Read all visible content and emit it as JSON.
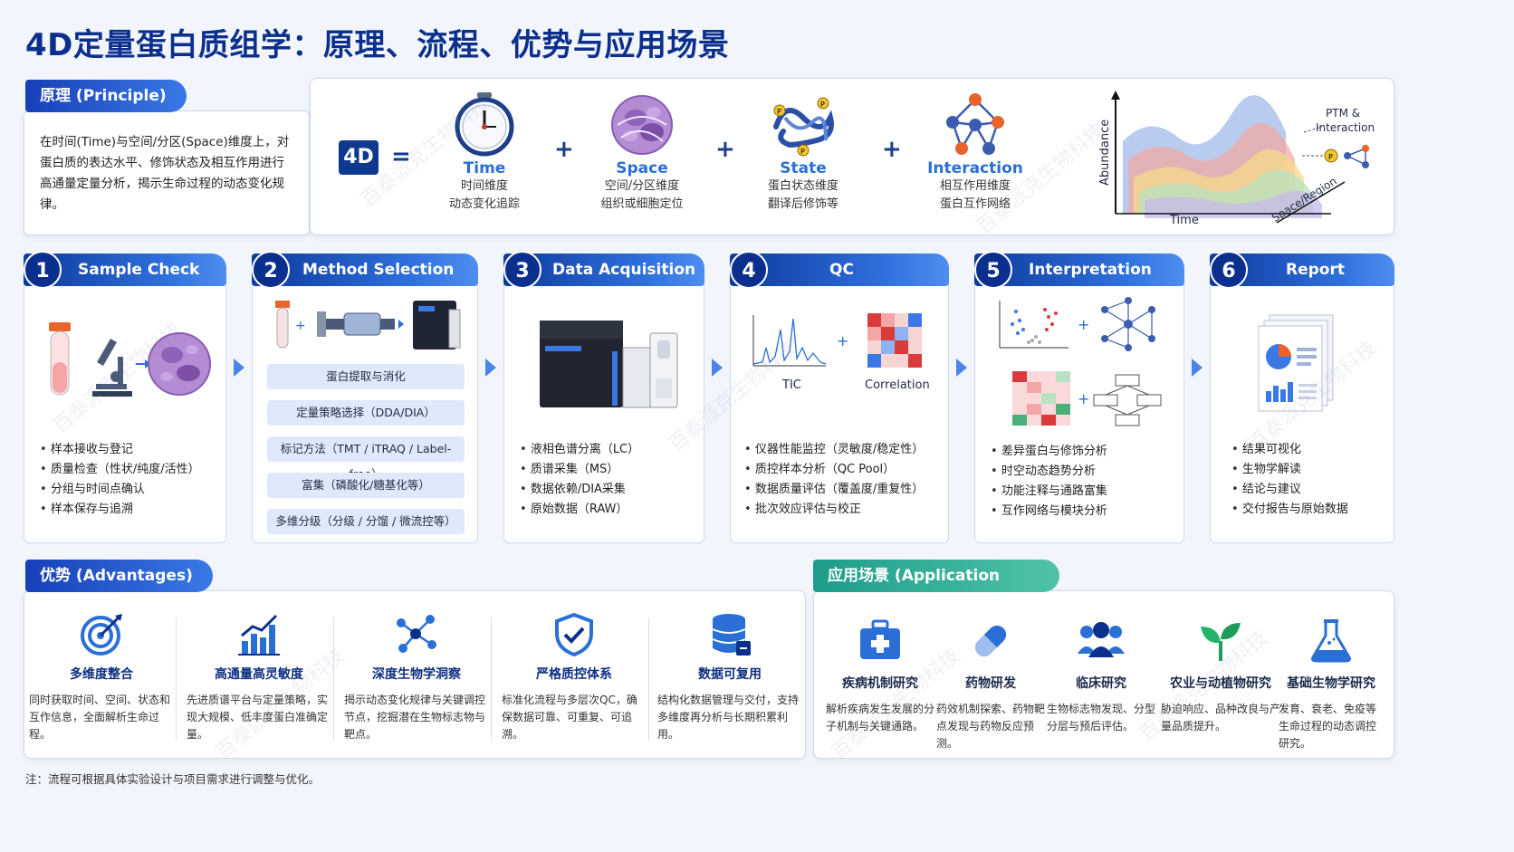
{
  "title": "4D定量蛋白质组学：原理、流程、优势与应用场景",
  "principle": {
    "header": "原理 (Principle)",
    "text": "在时间(Time)与空间/分区(Space)维度上，对蛋白质的表达水平、修饰状态及相互作用进行高通量定量分析，揭示生命过程的动态变化规律。",
    "fourd": "4D",
    "eq": "=",
    "plus": "+",
    "dims": [
      {
        "en": "Time",
        "cn1": "时间维度",
        "cn2": "动态变化追踪"
      },
      {
        "en": "Space",
        "cn1": "空间/分区维度",
        "cn2": "组织或细胞定位"
      },
      {
        "en": "State",
        "cn1": "蛋白状态维度",
        "cn2": "翻译后修饰等"
      },
      {
        "en": "Interaction",
        "cn1": "相互作用维度",
        "cn2": "蛋白互作网络"
      }
    ],
    "chart_labels": {
      "y": "Abundance",
      "x": "Time",
      "z": "Space/Region",
      "ptm": "PTM &",
      "ptm2": "Interaction"
    }
  },
  "steps": [
    {
      "num": "1",
      "title": "Sample Check",
      "bullets": [
        "样本接收与登记",
        "质量检查（性状/纯度/活性）",
        "分组与时间点确认",
        "样本保存与追溯"
      ]
    },
    {
      "num": "2",
      "title": "Method Selection",
      "bars": [
        "蛋白提取与消化",
        "定量策略选择（DDA/DIA）",
        "标记方法（TMT / iTRAQ / Label-free）",
        "富集（磷酸化/糖基化等）",
        "多维分级（分级 / 分馏 / 微流控等）"
      ]
    },
    {
      "num": "3",
      "title": "Data Acquisition",
      "bullets": [
        "液相色谱分离（LC）",
        "质谱采集（MS）",
        "数据依赖/DIA采集",
        "原始数据（RAW）"
      ]
    },
    {
      "num": "4",
      "title": "QC",
      "labels": [
        "TIC",
        "Correlation"
      ],
      "bullets": [
        "仪器性能监控（灵敏度/稳定性）",
        "质控样本分析（QC Pool）",
        "数据质量评估（覆盖度/重复性）",
        "批次效应评估与校正"
      ]
    },
    {
      "num": "5",
      "title": "Interpretation",
      "bullets": [
        "差异蛋白与修饰分析",
        "时空动态趋势分析",
        "功能注释与通路富集",
        "互作网络与模块分析"
      ]
    },
    {
      "num": "6",
      "title": "Report",
      "bullets": [
        "结果可视化",
        "生物学解读",
        "结论与建议",
        "交付报告与原始数据"
      ]
    }
  ],
  "advantages": {
    "header": "优势 (Advantages)",
    "items": [
      {
        "h": "多维度整合",
        "d": "同时获取时间、空间、状态和互作信息，全面解析生命过程。"
      },
      {
        "h": "高通量高灵敏度",
        "d": "先进质谱平台与定量策略，实现大规模、低丰度蛋白准确定量。"
      },
      {
        "h": "深度生物学洞察",
        "d": "揭示动态变化规律与关键调控节点，挖掘潜在生物标志物与靶点。"
      },
      {
        "h": "严格质控体系",
        "d": "标准化流程与多层次QC，确保数据可靠、可重复、可追溯。"
      },
      {
        "h": "数据可复用",
        "d": "结构化数据管理与交付，支持多维度再分析与长期积累利用。"
      }
    ]
  },
  "applications": {
    "header": "应用场景 (Application Scenarios)",
    "items": [
      {
        "h": "疾病机制研究",
        "d": "解析疾病发生发展的分子机制与关键通路。"
      },
      {
        "h": "药物研发",
        "d": "药效机制探索、药物靶点发现与药物反应预测。"
      },
      {
        "h": "临床研究",
        "d": "生物标志物发现、分型分层与预后评估。"
      },
      {
        "h": "农业与动植物研究",
        "d": "胁迫响应、品种改良与产量品质提升。"
      },
      {
        "h": "基础生物学研究",
        "d": "发育、衰老、免疫等生命过程的动态调控研究。"
      }
    ]
  },
  "note": "注：流程可根据具体实验设计与项目需求进行调整与优化。",
  "watermark": "百泰派克生物科技",
  "colors": {
    "primary": "#0b2f8c",
    "accent": "#2a6fd6",
    "green": "#1e9c8a"
  }
}
